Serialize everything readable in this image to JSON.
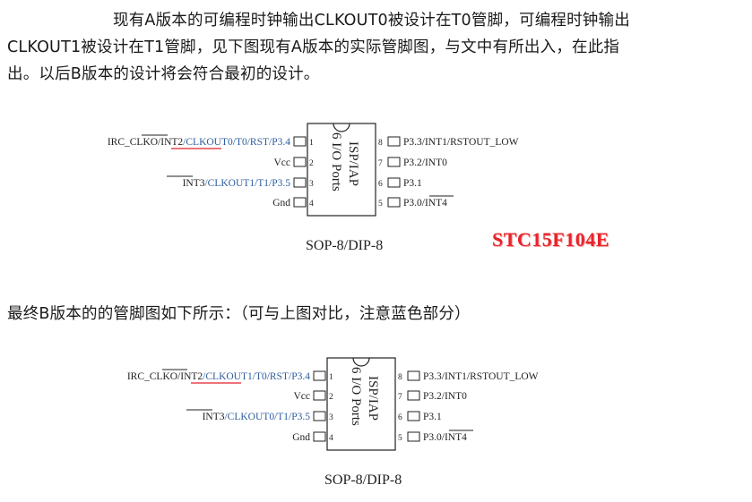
{
  "intro": {
    "line1": "现有A版本的可编程时钟输出CLKOUT0被设计在T0管脚，可编程时钟输出",
    "line2": "CLKOUT1被设计在T1管脚，见下图现有A版本的实际管脚图，与文中有所出入，在此指",
    "line3": "出。以后B版本的设计将会符合最初的设计。"
  },
  "diagram_a": {
    "left_pins": [
      {
        "num": "1",
        "parts": [
          "IRC_CLKO/",
          "INT2",
          "/",
          "CLKOUT0",
          "/T0/RST/P3.4"
        ]
      },
      {
        "num": "2",
        "label": "Vcc"
      },
      {
        "num": "3",
        "parts": [
          "INT3",
          "/CLKOUT1/T1/P3.5"
        ]
      },
      {
        "num": "4",
        "label": "Gnd"
      }
    ],
    "right_pins": [
      {
        "num": "8",
        "label": "P3.3/INT1/RSTOUT_LOW"
      },
      {
        "num": "7",
        "label": "P3.2/INT0"
      },
      {
        "num": "6",
        "label": "P3.1"
      },
      {
        "num": "5",
        "parts": [
          "P3.0/",
          "INT4"
        ]
      }
    ],
    "chip_line1": "ISP/IAP",
    "chip_line2": "6 I/O Ports",
    "package": "SOP-8/DIP-8",
    "model": "STC15F104E"
  },
  "paragraph2": "最终B版本的的管脚图如下所示：（可与上图对比，注意蓝色部分）",
  "diagram_b": {
    "left_pins": [
      {
        "num": "1",
        "parts": [
          "IRC_CLKO/",
          "INT2",
          "/",
          "CLKOUT1",
          "/T0/RST/P3.4"
        ]
      },
      {
        "num": "2",
        "label": "Vcc"
      },
      {
        "num": "3",
        "parts": [
          "INT3",
          "/CLKOUT0/T1/P3.5"
        ]
      },
      {
        "num": "4",
        "label": "Gnd"
      }
    ],
    "right_pins": [
      {
        "num": "8",
        "label": "P3.3/INT1/RSTOUT_LOW"
      },
      {
        "num": "7",
        "label": "P3.2/INT0"
      },
      {
        "num": "6",
        "label": "P3.1"
      },
      {
        "num": "5",
        "parts": [
          "P3.0/",
          "INT4"
        ]
      }
    ],
    "chip_line1": "ISP/IAP",
    "chip_line2": "6 I/O Ports",
    "package": "SOP-8/DIP-8"
  },
  "colors": {
    "blue_text": "#2e5d9e",
    "underline_red": "#e0202a",
    "model_red": "#e8232a"
  }
}
